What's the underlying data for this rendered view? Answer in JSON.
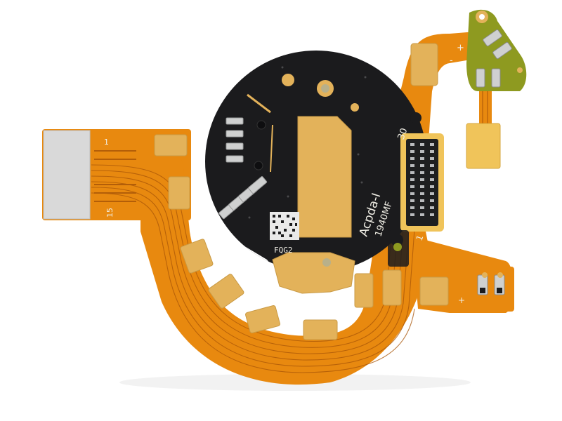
{
  "image": {
    "subject": "flexible printed circuit board with round black PCB",
    "colors": {
      "flex": "#e8890f",
      "flex_dark": "#c96f0a",
      "trace": "#a85508",
      "pcb": "#1b1b1d",
      "gold": "#e3b25a",
      "gold_dark": "#c99a45",
      "solder": "#cfd0d0",
      "tape": "#d9d9d9",
      "sensor": "#8e9a20",
      "stiffener": "#f0c45a"
    }
  },
  "labels": {
    "pin_1_left": "1",
    "pin_15": "15",
    "pin_30": "30",
    "pin_1_connector": "1",
    "part_name": "Acpda-I",
    "part_code": "1940MF",
    "board_code": "FQG2",
    "minus_top": "-",
    "plus_top": "+",
    "plus_right": "+"
  }
}
